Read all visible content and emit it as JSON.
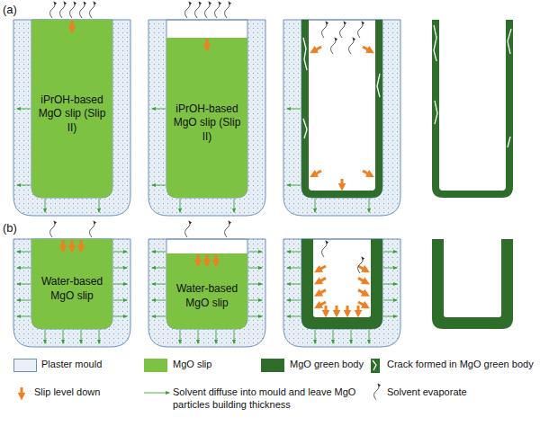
{
  "diagram": {
    "nodes": [
      {
        "text": [
          "iPrOH-based MgO slip (Slip II)"
        ]
      },
      {
        "text": [
          "iPrOH-based MgO slip (Slip II)"
        ]
      },
      {
        "text": [
          "Water-based MgO slip"
        ]
      },
      {
        "text": [
          "Water-based MgO slip"
        ]
      }
    ],
    "edges": [],
    "labels": [
      "(a)",
      "(b)"
    ],
    "legend": [
      {
        "text": "Plaster mould",
        "color": "#e9f0f7"
      },
      {
        "text": "MgO slip",
        "color": "#7dc242"
      },
      {
        "text": "MgO green body",
        "color": "#2f6e2a"
      },
      {
        "text": "Crack formed in MgO green body"
      },
      {
        "text": "Slip level down"
      },
      {
        "text": "Solvent diffuse into mould and leave MgO particles building thickness"
      },
      {
        "text": "Solvent evaporate"
      }
    ]
  }
}
